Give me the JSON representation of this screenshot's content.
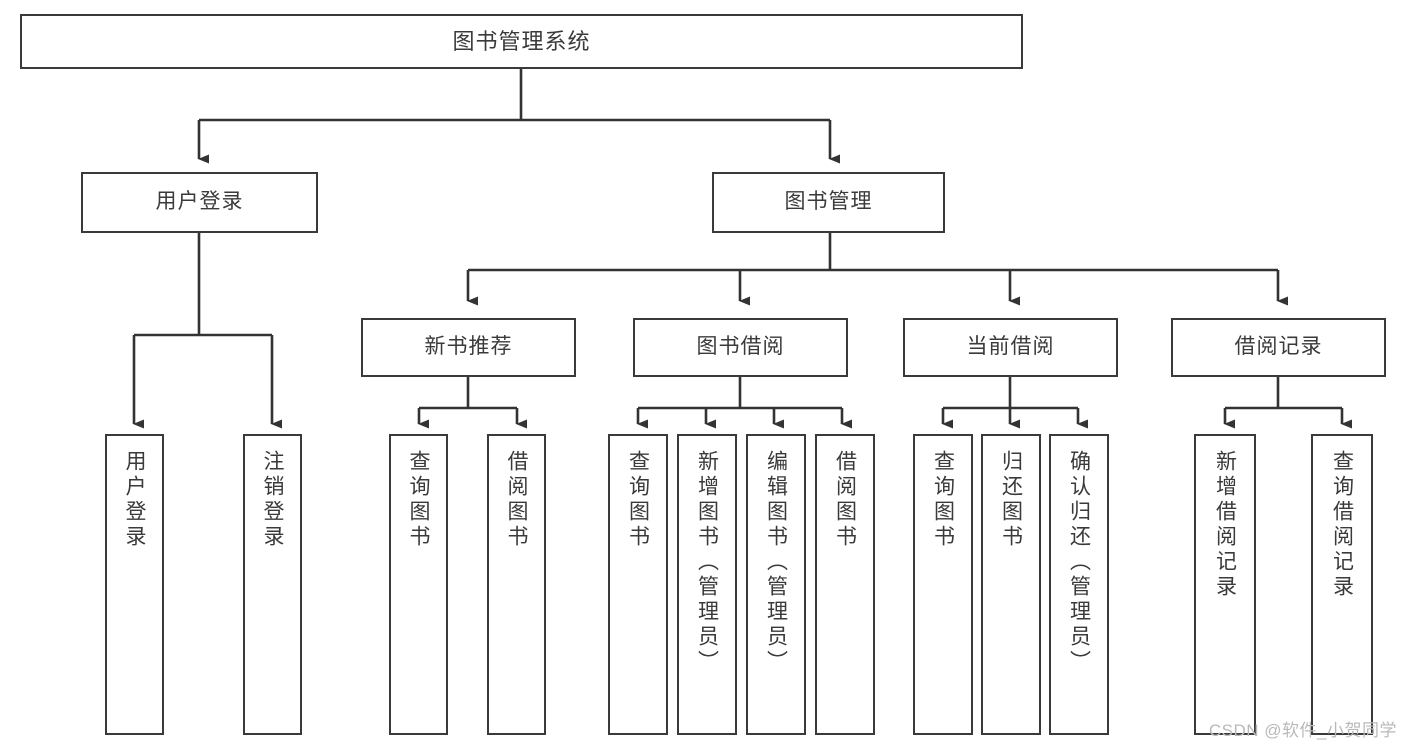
{
  "diagram": {
    "title": "图书管理系统",
    "type": "hierarchy-tree",
    "watermark": "CSDN @软件_小贺同学",
    "colors": {
      "box_border": "#3a3a3a",
      "box_fill": "#ffffff",
      "connector": "#333333",
      "text": "#3a3a3a",
      "watermark": "#b9b9b9",
      "background": "#ffffff"
    },
    "root": {
      "label": "图书管理系统"
    },
    "level1": [
      {
        "label": "用户登录"
      },
      {
        "label": "图书管理"
      }
    ],
    "level2": [
      {
        "label": "新书推荐"
      },
      {
        "label": "图书借阅"
      },
      {
        "label": "当前借阅"
      },
      {
        "label": "借阅记录"
      }
    ],
    "leaves": {
      "user_login": [
        {
          "label": "用户登录"
        },
        {
          "label": "注销登录"
        }
      ],
      "new_book_recommend": [
        {
          "label": "查询图书"
        },
        {
          "label": "借阅图书"
        }
      ],
      "book_borrow": [
        {
          "label": "查询图书"
        },
        {
          "label": "新增图书（管理员）"
        },
        {
          "label": "编辑图书（管理员）"
        },
        {
          "label": "借阅图书"
        }
      ],
      "current_borrow": [
        {
          "label": "查询图书"
        },
        {
          "label": "归还图书"
        },
        {
          "label": "确认归还（管理员）"
        }
      ],
      "borrow_record": [
        {
          "label": "新增借阅记录"
        },
        {
          "label": "查询借阅记录"
        }
      ]
    }
  }
}
